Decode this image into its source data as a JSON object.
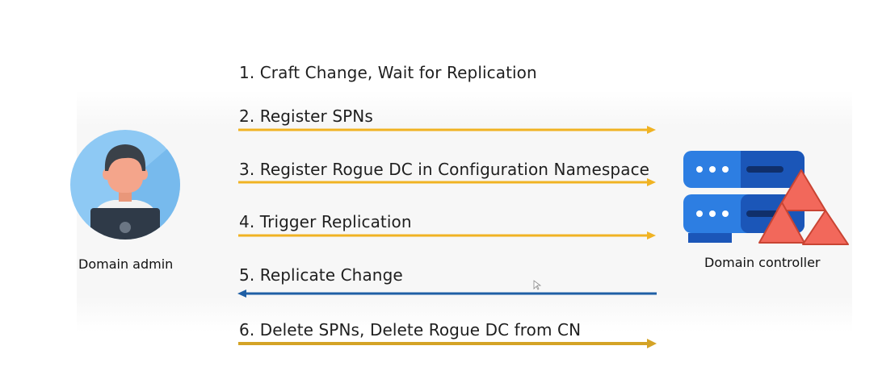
{
  "actors": {
    "left": {
      "label": "Domain admin",
      "icon": "user-with-laptop-icon"
    },
    "right": {
      "label": "Domain controller",
      "icon": "server-with-warning-icon"
    }
  },
  "steps": [
    {
      "label": "1. Craft Change, Wait for Replication",
      "direction": "none"
    },
    {
      "label": "2. Register SPNs",
      "direction": "right"
    },
    {
      "label": "3. Register Rogue DC in Configuration Namespace",
      "direction": "right"
    },
    {
      "label": "4. Trigger Replication",
      "direction": "right"
    },
    {
      "label": "5. Replicate Change",
      "direction": "left"
    },
    {
      "label": "6. Delete SPNs, Delete Rogue DC from CN",
      "direction": "right"
    }
  ],
  "colors": {
    "arrow_forward": "#f0b323",
    "arrow_last": "#d4a326",
    "arrow_back": "#1f5fa5",
    "server_blue": "#2d7ee2",
    "server_dark": "#1b56b8",
    "warning_red": "#f2685b",
    "avatar_bg": "#8ec9f4"
  }
}
